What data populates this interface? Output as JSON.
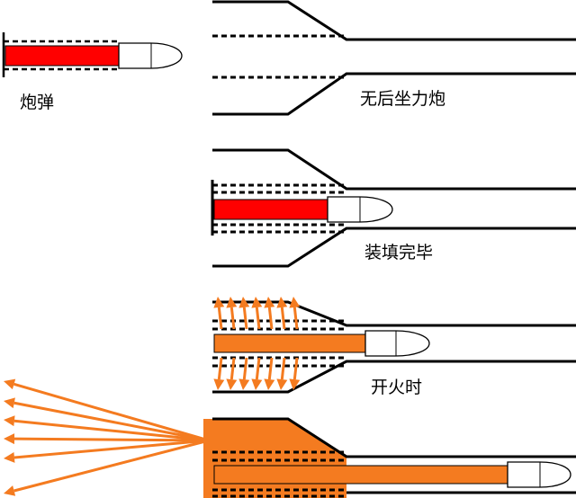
{
  "labels": {
    "shell": "炮弹",
    "recoilless_gun": "无后坐力炮",
    "loaded": "装填完毕",
    "firing": "开火时"
  },
  "colors": {
    "barrel_line": "#000000",
    "propellant_loaded": "#ff0000",
    "propellant_fired": "#f47b20",
    "projectile": "#ffffff"
  }
}
